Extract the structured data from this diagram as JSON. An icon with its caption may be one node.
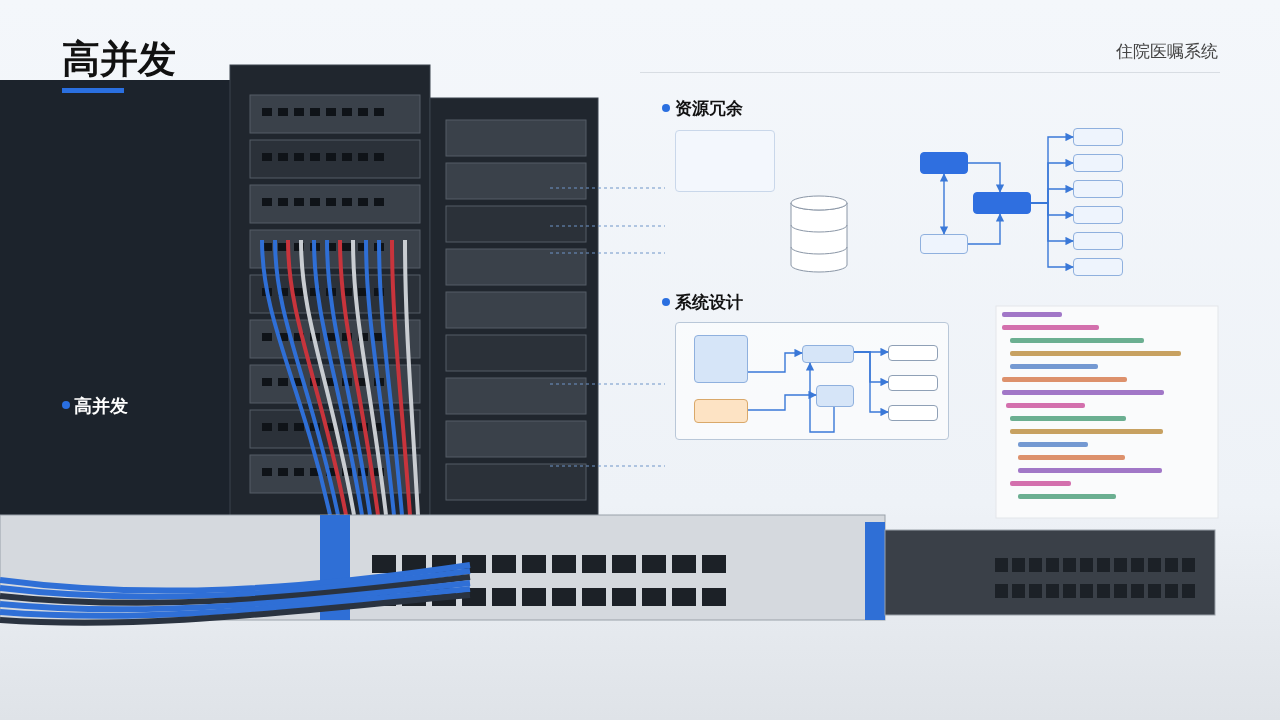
{
  "diagram": {
    "title": "高并发",
    "nodes": [
      {
        "text": [],
        "shape": "box"
      },
      {
        "text": [],
        "shape": "cylinder"
      },
      {
        "text": [],
        "shape": "box"
      },
      {
        "text": [],
        "shape": "box"
      },
      {
        "text": [],
        "shape": "box"
      },
      {
        "text": [],
        "shape": "box"
      },
      {
        "text": [],
        "shape": "box"
      },
      {
        "text": [],
        "shape": "box"
      },
      {
        "text": [],
        "shape": "box"
      },
      {
        "text": [],
        "shape": "box"
      },
      {
        "text": [],
        "shape": "box"
      },
      {
        "text": [],
        "shape": "box"
      },
      {
        "text": [],
        "shape": "box",
        "in": 11
      },
      {
        "text": [],
        "shape": "box",
        "in": 11
      },
      {
        "text": [],
        "shape": "box",
        "in": 11
      },
      {
        "text": [],
        "shape": "box",
        "in": 11
      },
      {
        "text": [],
        "shape": "box",
        "in": 11
      },
      {
        "text": [],
        "shape": "box",
        "in": 11
      },
      {
        "text": [],
        "shape": "box",
        "in": 11
      }
    ],
    "edges": [
      {
        "from": 2,
        "to": 4,
        "arrow": "to"
      },
      {
        "from": 3,
        "to": 4,
        "arrow": "to"
      },
      {
        "from": 2,
        "to": 3,
        "arrow": "both"
      },
      {
        "from": 4,
        "to": 5,
        "arrow": "to"
      },
      {
        "from": 4,
        "to": 6,
        "arrow": "to"
      },
      {
        "from": 4,
        "to": 7,
        "arrow": "to"
      },
      {
        "from": 4,
        "to": 8,
        "arrow": "to"
      },
      {
        "from": 4,
        "to": 9,
        "arrow": "to"
      },
      {
        "from": 4,
        "to": 10,
        "arrow": "to"
      },
      {
        "from": 12,
        "to": 14,
        "arrow": "to"
      },
      {
        "from": 13,
        "to": 15,
        "arrow": "to"
      },
      {
        "from": 14,
        "to": 16,
        "arrow": "to"
      },
      {
        "from": 14,
        "to": 17,
        "arrow": "to"
      },
      {
        "from": 14,
        "to": 18,
        "arrow": "to"
      },
      {
        "from": 15,
        "to": 14,
        "arrow": "to"
      }
    ],
    "labels": [
      "住院医嘱系统",
      "资源冗余",
      "系统设计",
      "高并发"
    ]
  }
}
